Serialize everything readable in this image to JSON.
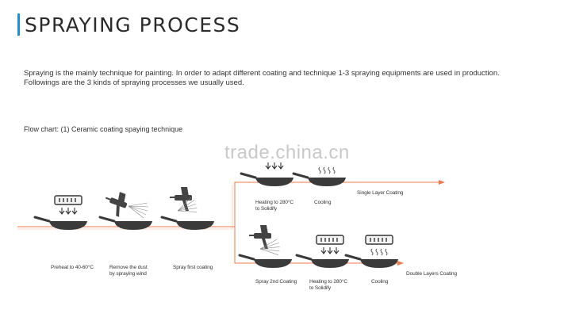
{
  "title": "SPRAYING PROCESS",
  "intro": "Spraying is the mainly technique for painting. In order to adapt different coating and technique 1-3 spraying equipments are used in production. Followings are the 3 kinds of spraying processes we usually used.",
  "flow_label": "Flow chart:  (1) Ceramic coating spaying technique",
  "watermark": "trade.china.cn",
  "colors": {
    "accent": "#1c8fd6",
    "arrow": "#f07a4a",
    "pan": "#3a3a3a"
  },
  "steps": {
    "preheat": "Preheat to 40-60°C",
    "remove_dust": "Remove the dust\nby spraying wind",
    "spray_first": "Spray first coating",
    "heating_top": "Heating to 280°C\nto Solidify",
    "cooling_top": "Cooling",
    "single_layer": "Single Layer Coating",
    "spray_second": "Spray 2nd Coating",
    "heating_bottom": "Heating to 280°C\nto Solidify",
    "cooling_bottom": "Cooling",
    "double_layers": "Double Layers Coating"
  }
}
